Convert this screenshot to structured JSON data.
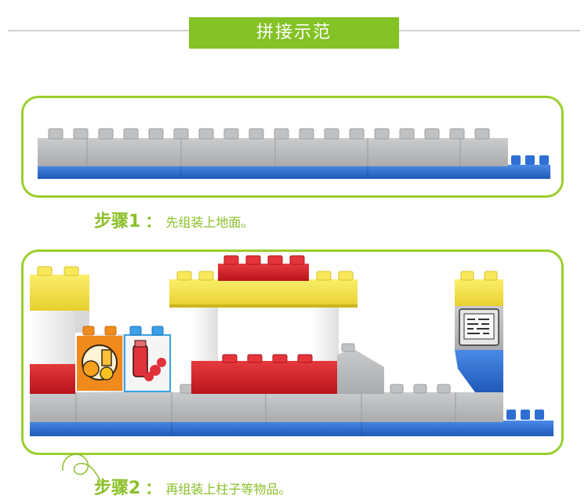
{
  "header": {
    "title": "拼接示范"
  },
  "steps": [
    {
      "label": "步骤1",
      "separator": "：",
      "text": "先组装上地面。"
    },
    {
      "label": "步骤2",
      "separator": "：",
      "text": "再组装上柱子等物品。"
    }
  ],
  "colors": {
    "accent_green": "#84c225",
    "frame_green": "#9cce2c",
    "brick_grey": "#b7b9bb",
    "brick_blue": "#2d6fd0",
    "brick_yellow": "#f5e24a",
    "brick_red": "#d4202a",
    "brick_white": "#f4f4f4",
    "brick_orange": "#f08a1c"
  },
  "icons": [
    "juice-sticker-icon",
    "strawberry-jam-sticker-icon",
    "atm-sticker-icon",
    "swirl-decoration-icon"
  ]
}
